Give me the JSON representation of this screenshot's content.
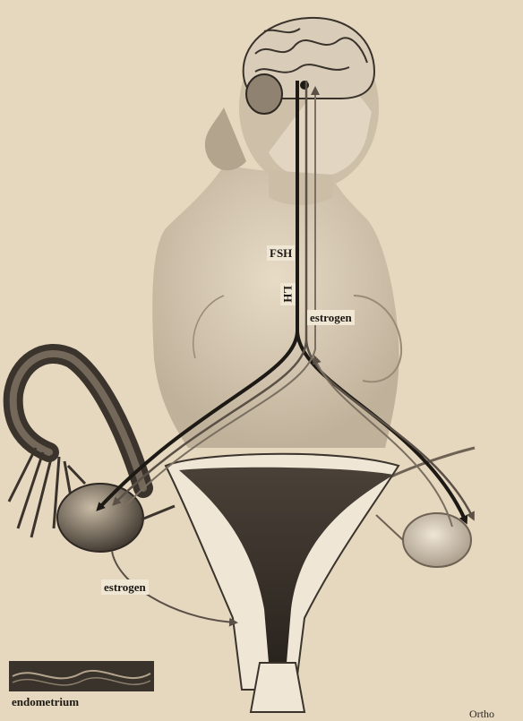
{
  "labels": {
    "fsh": "FSH",
    "lh": "LH",
    "estrogen_top": "estrogen",
    "estrogen_bottom": "estrogen",
    "endometrium": "endometrium"
  },
  "credit": "Ortho"
}
